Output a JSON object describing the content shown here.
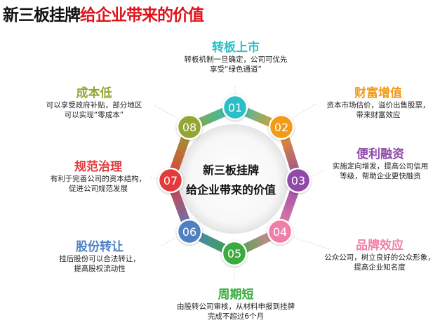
{
  "title": {
    "part1": "新三板挂牌",
    "part2": "给企业带来的价值"
  },
  "center": {
    "line1": "新三板挂牌",
    "line2": "给企业带来的价值"
  },
  "colors": {
    "title_black": "#111111",
    "title_red": "#e1141c",
    "n01": "#2bbfc4",
    "n02": "#f39a16",
    "n03": "#8e4aa9",
    "n04": "#f07fa8",
    "n05": "#3aab3f",
    "n06": "#4f80c2",
    "n07": "#e23a3b",
    "n08": "#95a532"
  },
  "nodes": [
    {
      "number": "01",
      "title": "转板上市",
      "desc": [
        "转板机制一旦确定，公司可优先",
        "享受“绿色通道”"
      ]
    },
    {
      "number": "02",
      "title": "财富增值",
      "desc": [
        "资本市场估价，溢价出售股票，",
        "带来财富效应"
      ]
    },
    {
      "number": "03",
      "title": "便利融资",
      "desc": [
        "实施定向增发，提高公司信用",
        "等级，帮助企业更快融资"
      ]
    },
    {
      "number": "04",
      "title": "品牌效应",
      "desc": [
        "公众公司，树立良好的公众形象，",
        "提高企业知名度"
      ]
    },
    {
      "number": "05",
      "title": "周期短",
      "desc": [
        "由股转公司审核，从材料申报到挂牌",
        "完成不超过6个月"
      ]
    },
    {
      "number": "06",
      "title": "股份转让",
      "desc": [
        "挂后股份可以合法转让，",
        "提高股权流动性"
      ]
    },
    {
      "number": "07",
      "title": "规范治理",
      "desc": [
        "有利于完善公司的资本结构，",
        "促进公司规范发展"
      ]
    },
    {
      "number": "08",
      "title": "成本低",
      "desc": [
        "可以享受政府补贴，部分地区",
        "可以实现“零成本”"
      ]
    }
  ]
}
